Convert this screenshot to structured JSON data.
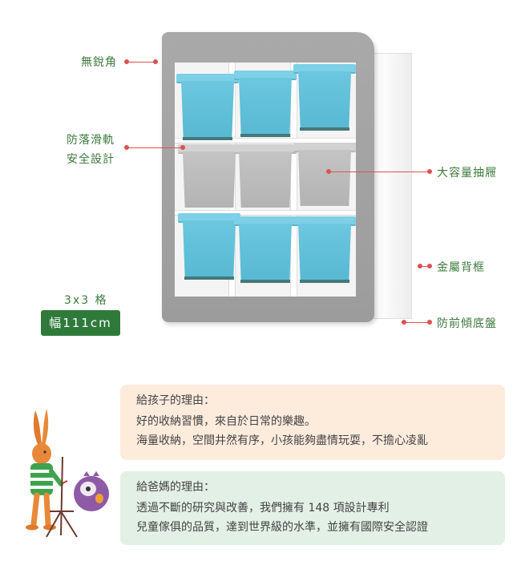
{
  "product": {
    "callouts": {
      "no_sharp_corners": "無銳角",
      "anti_drop_rail_line1": "防落滑軌",
      "anti_drop_rail_line2": "安全設計",
      "large_drawer": "大容量抽屜",
      "metal_back_frame": "金屬背框",
      "anti_tip_base": "防前傾底盤"
    },
    "grid_spec": "3x3 格",
    "width_spec": "幅111cm"
  },
  "reasons": {
    "kids": {
      "title": "給孩子的理由：",
      "lines": [
        "好的收納習慣，來自於日常的樂趣。",
        "海量收納，空間井然有序，小孩能夠盡情玩耍，不擔心凌亂"
      ]
    },
    "parents": {
      "title": "給爸媽的理由：",
      "lines": [
        "透過不斷的研究與改善，我們擁有 148 項設計專利",
        "兒童傢俱的品質，達到世界級的水準，並擁有國際安全認證"
      ]
    }
  },
  "colors": {
    "accent_green": "#2f7a3b",
    "callout_line": "#d9534f",
    "bin_blue": "#6cc7df",
    "bin_gray": "#c4c4c4",
    "frame_gray": "#a3a3a3",
    "kid_panel_bg": "#fdebdc",
    "parent_panel_bg": "#e2f0e5"
  }
}
